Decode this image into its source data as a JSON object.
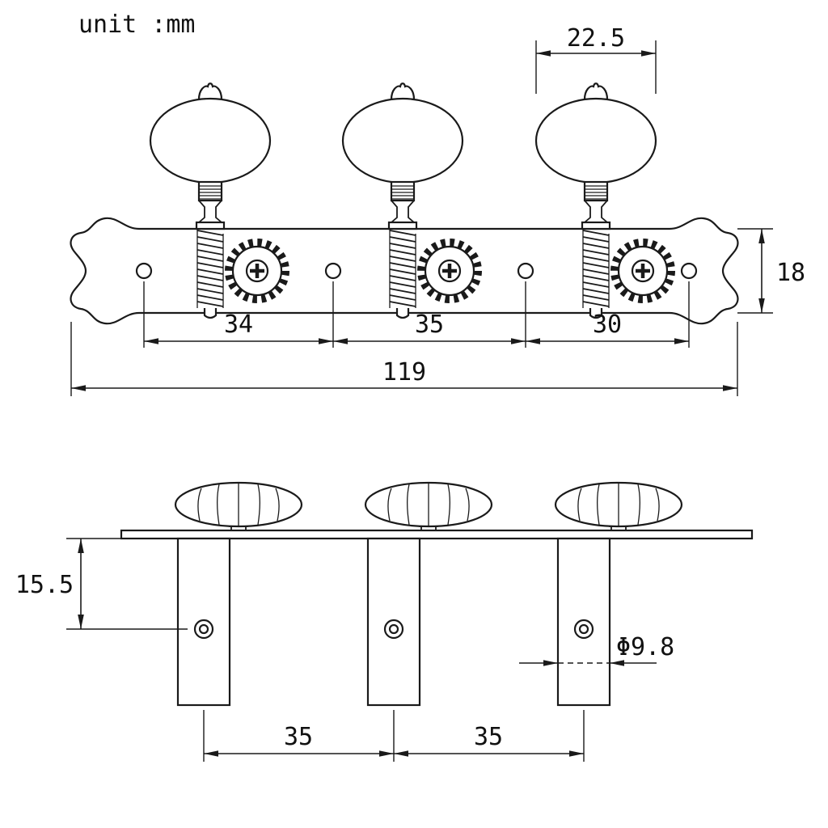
{
  "title": "unit :mm",
  "top_view": {
    "knob_width": "22.5",
    "plate_height": "18",
    "hole_spacing_1": "34",
    "hole_spacing_2": "35",
    "hole_spacing_3": "30",
    "total_length": "119"
  },
  "side_view": {
    "plate_to_hole_height": "15.5",
    "post_diameter": "Φ9.8",
    "post_spacing_1": "35",
    "post_spacing_2": "35"
  },
  "colors": {
    "line": "#1a1a1a",
    "background": "#ffffff"
  }
}
